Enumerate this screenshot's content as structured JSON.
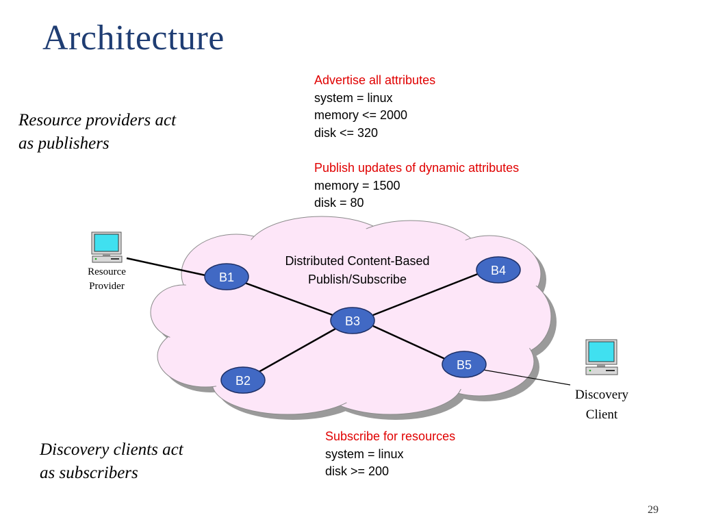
{
  "slide": {
    "title": "Architecture",
    "page_number": "29"
  },
  "left_notes": {
    "publishers": [
      "Resource providers act",
      "as publishers"
    ],
    "subscribers": [
      "Discovery clients act",
      "as subscribers"
    ]
  },
  "advertise": {
    "heading": "Advertise all attributes",
    "lines": [
      "system = linux",
      "memory <= 2000",
      "disk <= 320"
    ]
  },
  "publish": {
    "heading": "Publish updates of dynamic attributes",
    "lines": [
      "memory = 1500",
      "disk = 80"
    ]
  },
  "subscribe": {
    "heading": "Subscribe for resources",
    "lines": [
      "system = linux",
      "disk >= 200"
    ]
  },
  "diagram": {
    "cloud_label": [
      "Distributed Content-Based",
      "Publish/Subscribe"
    ],
    "brokers": [
      "B1",
      "B2",
      "B3",
      "B4",
      "B5"
    ],
    "resource_provider_label": [
      "Resource",
      "Provider"
    ],
    "discovery_client_label": [
      "Discovery",
      "Client"
    ],
    "colors": {
      "cloud_fill": "#fde6f8",
      "cloud_shadow": "#9a9a9a",
      "broker_fill": "#4169c4",
      "broker_text": "#ffffff",
      "heading_red": "#e00000",
      "title_blue": "#1f3d73",
      "screen_cyan": "#40e0f0"
    }
  }
}
